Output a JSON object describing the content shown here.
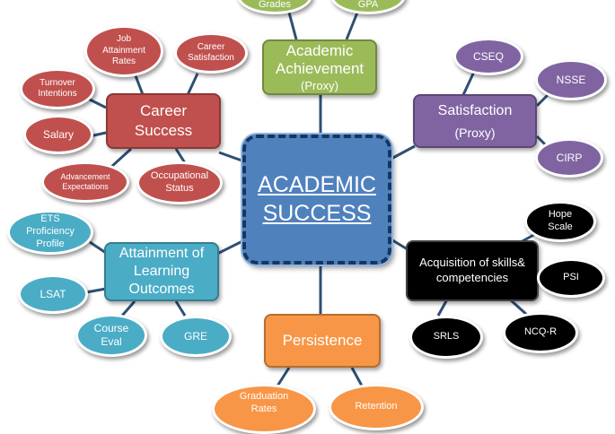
{
  "center": {
    "line1": "ACADEMIC",
    "line2": "SUCCESS"
  },
  "academic_achievement": {
    "line1": "Academic",
    "line2": "Achievement",
    "line3": "(Proxy)",
    "children": [
      "Grades",
      "GPA"
    ]
  },
  "satisfaction": {
    "line1": "Satisfaction",
    "line2": "(Proxy)",
    "children": [
      "CSEQ",
      "NSSE",
      "CIRP"
    ]
  },
  "career_success": {
    "line1": "Career",
    "line2": "Success",
    "children": {
      "job_attainment": [
        "Job",
        "Attainment",
        "Rates"
      ],
      "career_satisfaction": [
        "Career",
        "Satisfaction"
      ],
      "turnover": [
        "Turnover",
        "Intentions"
      ],
      "salary": [
        "Salary"
      ],
      "advancement": [
        "Advancement",
        "Expectations"
      ],
      "occupational": [
        "Occupational",
        "Status"
      ]
    }
  },
  "learning_outcomes": {
    "line1": "Attainment of",
    "line2": "Learning",
    "line3": "Outcomes",
    "children": {
      "ets": [
        "ETS",
        "Proficiency",
        "Profile"
      ],
      "lsat": [
        "LSAT"
      ],
      "course_eval": [
        "Course",
        "Eval"
      ],
      "gre": [
        "GRE"
      ]
    }
  },
  "persistence": {
    "label": "Persistence",
    "children": {
      "graduation": [
        "Graduation",
        "Rates"
      ],
      "retention": [
        "Retention"
      ]
    }
  },
  "skills": {
    "line1": "Acquisition of skills&",
    "line2": "competencies",
    "children": {
      "hope": [
        "Hope",
        "Scale"
      ],
      "psi": [
        "PSI"
      ],
      "ncqr": [
        "NCQ-R"
      ],
      "srls": [
        "SRLS"
      ]
    }
  }
}
